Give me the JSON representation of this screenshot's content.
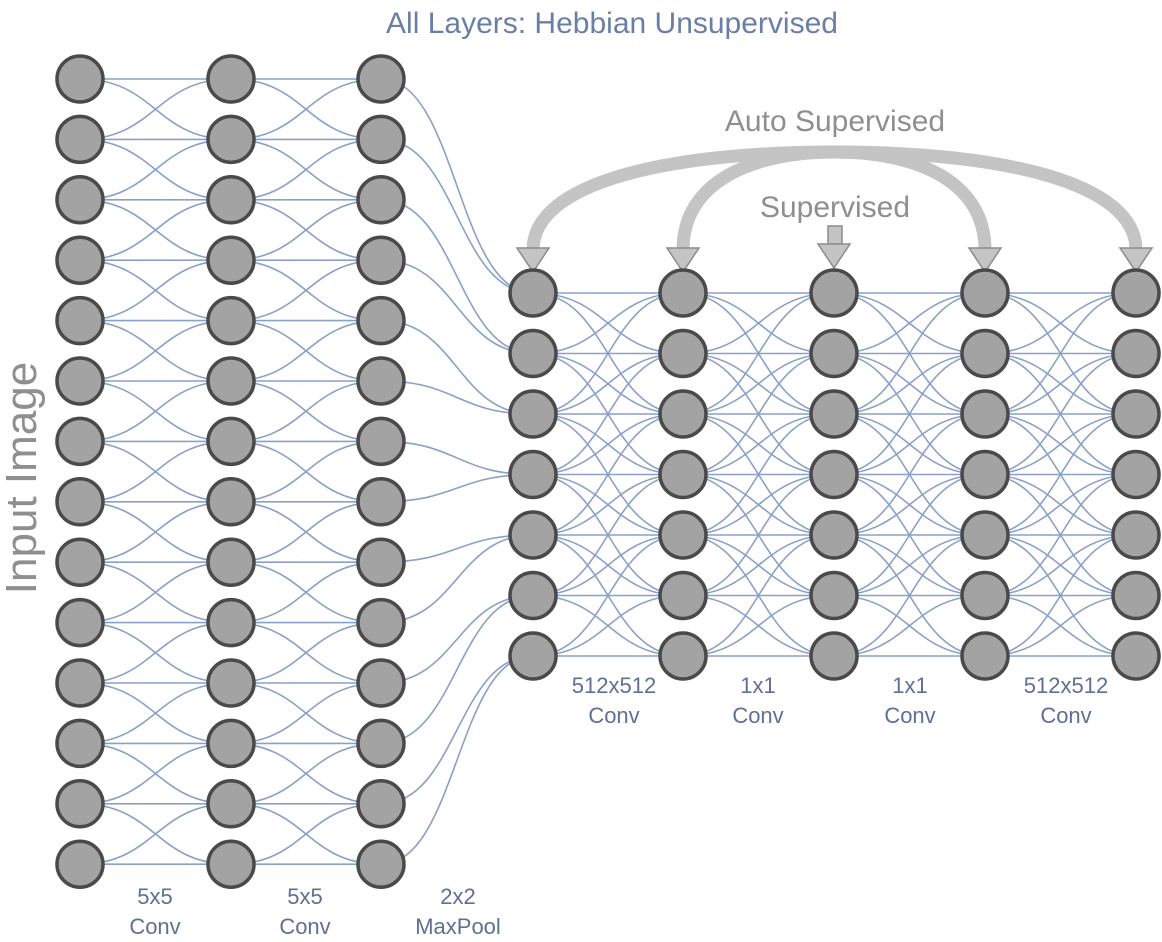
{
  "title": "All Layers: Hebbian Unsupervised",
  "input_label": "Input Image",
  "auto_supervised_label": "Auto Supervised",
  "supervised_label": "Supervised",
  "left_block": {
    "columns": 3,
    "nodes_per_column": 14,
    "layer_labels": [
      {
        "line1": "5x5",
        "line2": "Conv"
      },
      {
        "line1": "5x5",
        "line2": "Conv"
      },
      {
        "line1": "2x2",
        "line2": "MaxPool"
      }
    ]
  },
  "right_block": {
    "columns": 5,
    "nodes_per_column": 7,
    "layer_labels": [
      {
        "line1": "512x512",
        "line2": "Conv"
      },
      {
        "line1": "1x1",
        "line2": "Conv"
      },
      {
        "line1": "1x1",
        "line2": "Conv"
      },
      {
        "line1": "512x512",
        "line2": "Conv"
      }
    ]
  },
  "colors": {
    "node_fill": "#a3a3a3",
    "node_stroke": "#4a4a4a",
    "connection": "#8aa0c8",
    "title_text": "#6b7fa6",
    "layer_label_text": "#5f6f96",
    "arrow": "#c4c4c4",
    "gray_text": "#8f8f8f"
  }
}
